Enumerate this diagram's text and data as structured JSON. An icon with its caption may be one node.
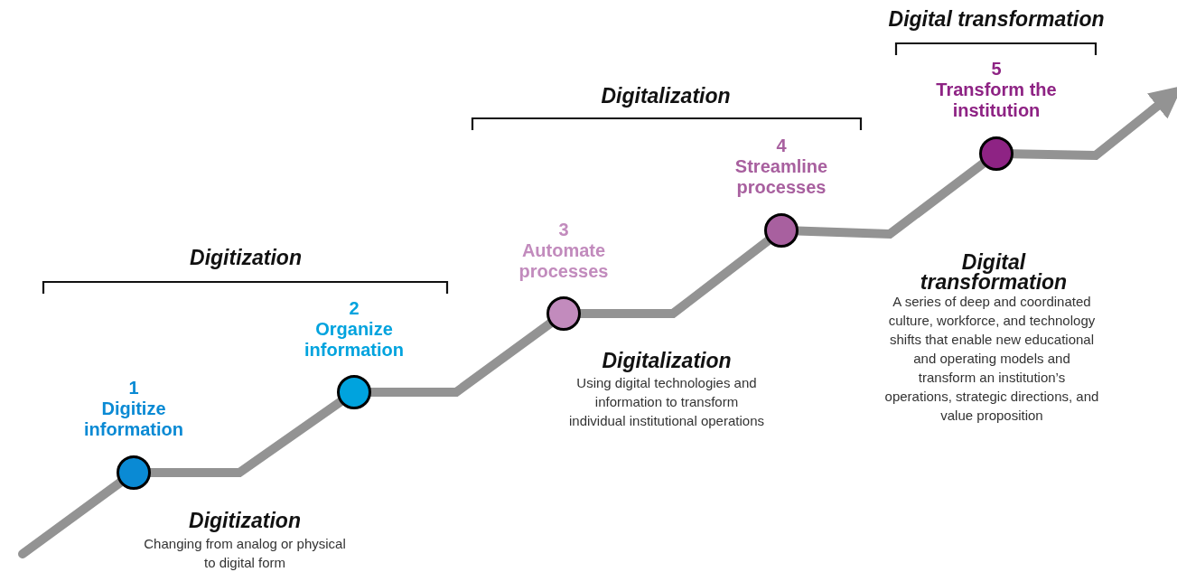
{
  "diagram": {
    "nodes": [
      {
        "text": [],
        "shape": "circle",
        "beside": [
          "1",
          "Digitize information"
        ]
      },
      {
        "text": [],
        "shape": "circle",
        "beside": [
          "2",
          "Organize information"
        ]
      },
      {
        "text": [],
        "shape": "circle",
        "beside": [
          "3",
          "Automate processes"
        ]
      },
      {
        "text": [],
        "shape": "circle",
        "beside": [
          "4",
          "Streamline processes"
        ]
      },
      {
        "text": [],
        "shape": "circle",
        "beside": [
          "5",
          "Transform the institution"
        ]
      }
    ],
    "edges": [
      {
        "from": null,
        "to": 0,
        "arrow": "none"
      },
      {
        "from": 0,
        "to": 1,
        "arrow": "none"
      },
      {
        "from": 1,
        "to": 2,
        "arrow": "none"
      },
      {
        "from": 2,
        "to": 3,
        "arrow": "none"
      },
      {
        "from": 3,
        "to": 4,
        "arrow": "none"
      },
      {
        "from": 4,
        "to": null,
        "arrow": "to"
      }
    ],
    "labels": [
      "Digital transformation",
      "Digitalization",
      "Digitization",
      "Digital transformation",
      "A series of deep and coordinated culture, workforce, and technology shifts that enable new educational and operating models and transform an institution’s operations, strategic directions, and value proposition",
      "Digitalization",
      "Using digital technologies and information to transform individual institutional operations",
      "Digitization",
      "Changing from analog or physical to digital form"
    ]
  }
}
